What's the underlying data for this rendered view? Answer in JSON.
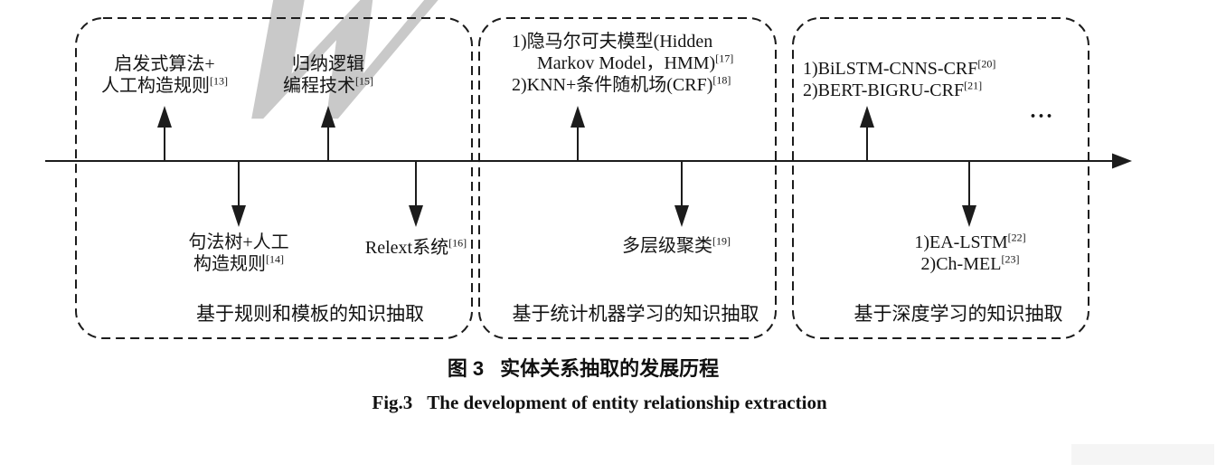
{
  "watermark": {
    "glyph": "W"
  },
  "boxes": [
    {
      "category": "基于规则和模板的知识抽取"
    },
    {
      "category": "基于统计机器学习的知识抽取"
    },
    {
      "category": "基于深度学习的知识抽取"
    }
  ],
  "labels": [
    {
      "id": "box1-above-1",
      "lines": [
        {
          "segs": [
            {
              "t": "启发式算法+"
            }
          ]
        },
        {
          "segs": [
            {
              "t": "人工构造规则"
            },
            {
              "t": "[13]",
              "sup": true
            }
          ]
        }
      ]
    },
    {
      "id": "box1-above-2",
      "lines": [
        {
          "segs": [
            {
              "t": "归纳逻辑"
            }
          ]
        },
        {
          "segs": [
            {
              "t": "编程技术"
            },
            {
              "t": "[15]",
              "sup": true
            }
          ]
        }
      ]
    },
    {
      "id": "box1-below-1",
      "lines": [
        {
          "segs": [
            {
              "t": "句法树+人工"
            }
          ]
        },
        {
          "segs": [
            {
              "t": "构造规则"
            },
            {
              "t": "[14]",
              "sup": true
            }
          ]
        }
      ]
    },
    {
      "id": "box1-below-2",
      "lines": [
        {
          "segs": [
            {
              "t": "Relext系统"
            },
            {
              "t": "[16]",
              "sup": true
            }
          ]
        }
      ]
    },
    {
      "id": "box2-above",
      "lines": [
        {
          "segs": [
            {
              "t": "1)隐马尔可夫模型(Hidden"
            }
          ]
        },
        {
          "indent": true,
          "segs": [
            {
              "t": "Markov Model，HMM)"
            },
            {
              "t": "[17]",
              "sup": true
            }
          ]
        },
        {
          "segs": [
            {
              "t": "2)KNN+条件随机场(CRF)"
            },
            {
              "t": "[18]",
              "sup": true
            }
          ]
        }
      ]
    },
    {
      "id": "box2-below",
      "lines": [
        {
          "segs": [
            {
              "t": "多层级聚类"
            },
            {
              "t": "[19]",
              "sup": true
            }
          ]
        }
      ]
    },
    {
      "id": "box3-above",
      "lines": [
        {
          "segs": [
            {
              "t": "1)BiLSTM-CNNS-CRF"
            },
            {
              "t": "[20]",
              "sup": true
            }
          ]
        },
        {
          "segs": [
            {
              "t": "2)BERT-BIGRU-CRF"
            },
            {
              "t": "[21]",
              "sup": true
            }
          ]
        }
      ]
    },
    {
      "id": "box3-below",
      "lines": [
        {
          "segs": [
            {
              "t": "1)EA-LSTM"
            },
            {
              "t": "[22]",
              "sup": true
            }
          ]
        },
        {
          "segs": [
            {
              "t": "2)Ch-MEL"
            },
            {
              "t": "[23]",
              "sup": true
            }
          ]
        }
      ]
    }
  ],
  "ellipsis": "...",
  "captions": {
    "zh_label": "图 3",
    "zh_title": "实体关系抽取的发展历程",
    "en_label": "Fig.3",
    "en_title": "The development of entity relationship extraction"
  }
}
